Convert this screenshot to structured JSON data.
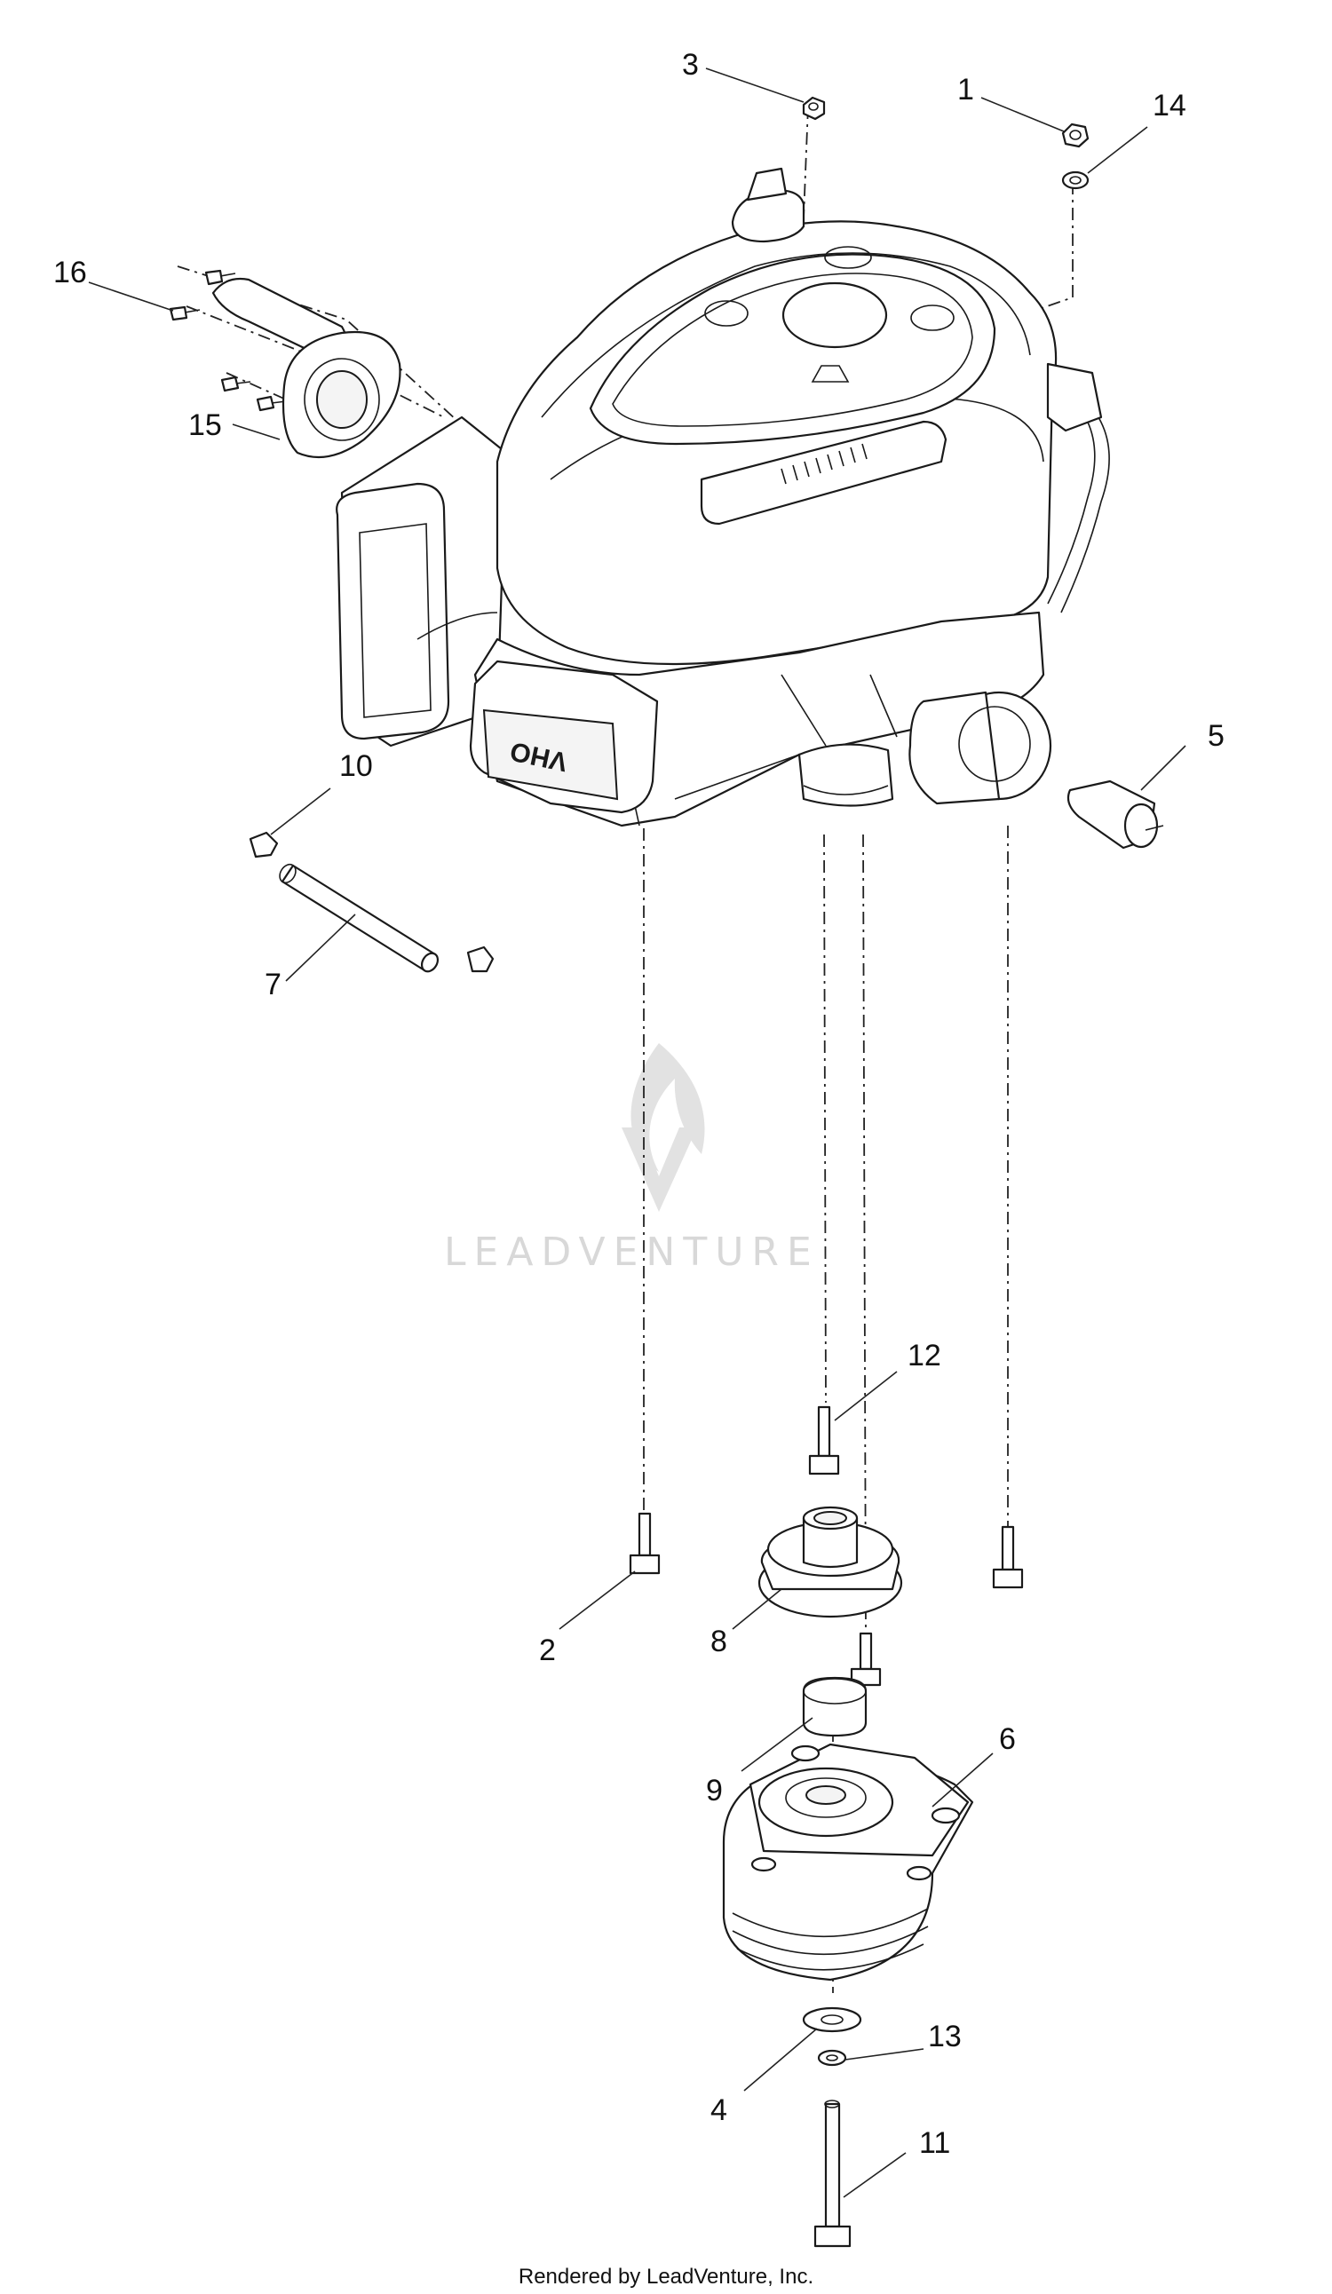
{
  "diagram": {
    "callouts": [
      {
        "id": "1",
        "label": "1"
      },
      {
        "id": "2",
        "label": "2"
      },
      {
        "id": "3",
        "label": "3"
      },
      {
        "id": "4",
        "label": "4"
      },
      {
        "id": "5",
        "label": "5"
      },
      {
        "id": "6",
        "label": "6"
      },
      {
        "id": "7",
        "label": "7"
      },
      {
        "id": "8",
        "label": "8"
      },
      {
        "id": "9",
        "label": "9"
      },
      {
        "id": "10",
        "label": "10"
      },
      {
        "id": "11",
        "label": "11"
      },
      {
        "id": "12",
        "label": "12"
      },
      {
        "id": "13",
        "label": "13"
      },
      {
        "id": "14",
        "label": "14"
      },
      {
        "id": "15",
        "label": "15"
      },
      {
        "id": "16",
        "label": "16"
      }
    ],
    "engine_badge": "OHV",
    "watermark": "LEADVENTURE",
    "footer": "Rendered by LeadVenture, Inc."
  }
}
